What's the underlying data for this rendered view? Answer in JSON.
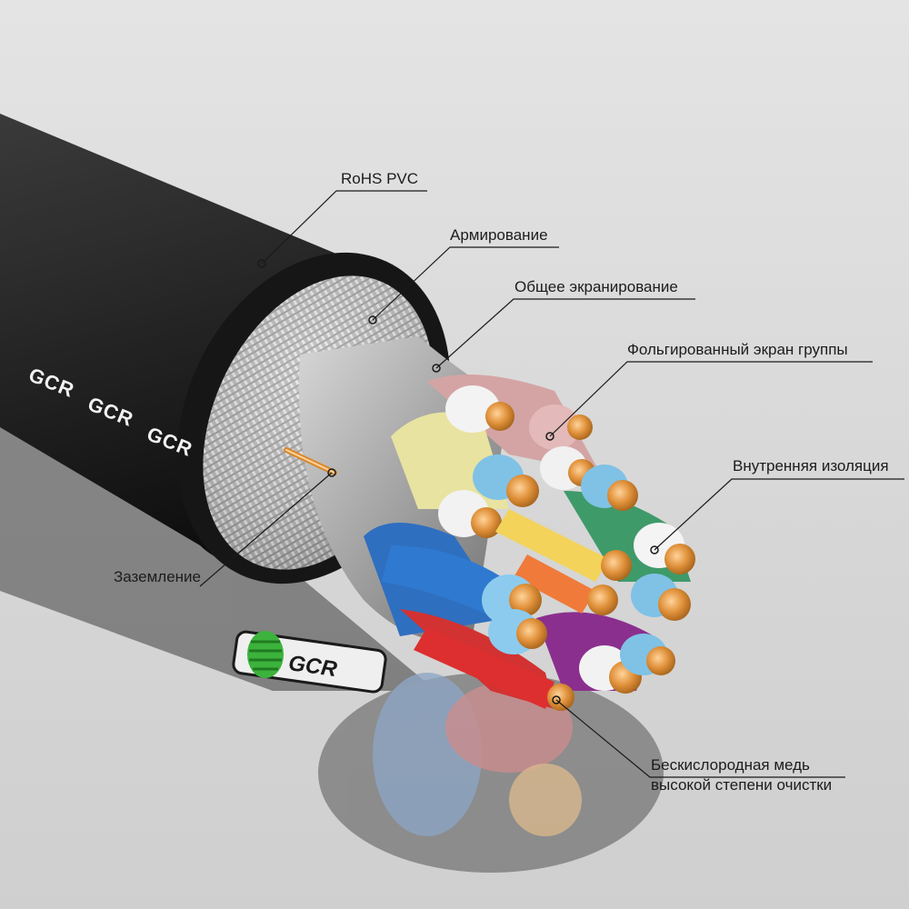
{
  "colors": {
    "background": "#dedede",
    "jacket": "#2b2b2b",
    "braid": "#b9b9b9",
    "foil_shield": "#9f9f9f",
    "copper": "#d9882e",
    "logo_green": "#3cb33c"
  },
  "jacket_print": [
    "GCR",
    "GCR",
    "GCR"
  ],
  "brand_logo": {
    "text": "GCR",
    "icon": "pine-cone-icon"
  },
  "annotations": {
    "rohs_pvc": "RoHS PVC",
    "armoring": "Армирование",
    "overall_shield": "Общее экранирование",
    "group_foil": "Фольгированный экран группы",
    "inner_insulation": "Внутренняя изоляция",
    "grounding": "Заземление",
    "copper": [
      "Бескислородная медь",
      "высокой степени очистки"
    ]
  }
}
